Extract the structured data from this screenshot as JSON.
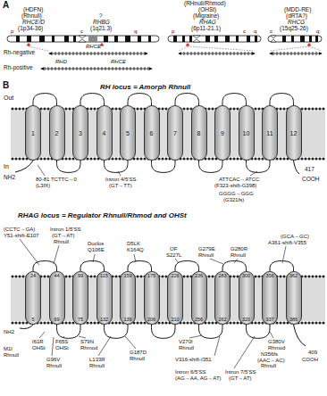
{
  "diagram": {
    "nodes": [
      {
        "text": [
          "1"
        ]
      },
      {
        "text": [
          "2"
        ]
      },
      {
        "text": [
          "3"
        ]
      },
      {
        "text": [
          "4"
        ]
      },
      {
        "text": [
          "5"
        ]
      },
      {
        "text": [
          "6"
        ]
      },
      {
        "text": [
          "7"
        ]
      },
      {
        "text": [
          "8"
        ]
      },
      {
        "text": [
          "9"
        ]
      },
      {
        "text": [
          "10"
        ]
      },
      {
        "text": [
          "11"
        ]
      },
      {
        "text": [
          "12"
        ]
      },
      {
        "text": [
          "24",
          "5"
        ]
      },
      {
        "text": [
          "44",
          "69"
        ]
      },
      {
        "text": [
          "99",
          "75"
        ]
      },
      {
        "text": [
          "115",
          "132"
        ]
      },
      {
        "text": [
          "159",
          "139"
        ]
      },
      {
        "text": [
          "175",
          "206"
        ]
      },
      {
        "text": [
          "226",
          "210"
        ]
      },
      {
        "text": [
          "236",
          "256"
        ]
      },
      {
        "text": [
          "283",
          "262"
        ]
      },
      {
        "text": [
          "300",
          "320"
        ]
      },
      {
        "text": [
          "356",
          "337"
        ]
      },
      {
        "text": [
          "362",
          "386"
        ]
      }
    ],
    "edges": [
      {
        "from": 0,
        "to": 1,
        "arrow": "none"
      },
      {
        "from": 1,
        "to": 2,
        "arrow": "none"
      },
      {
        "from": 2,
        "to": 3,
        "arrow": "none"
      },
      {
        "from": 3,
        "to": 4,
        "arrow": "none"
      },
      {
        "from": 4,
        "to": 5,
        "arrow": "none"
      },
      {
        "from": 5,
        "to": 6,
        "arrow": "none"
      },
      {
        "from": 6,
        "to": 7,
        "arrow": "none"
      },
      {
        "from": 7,
        "to": 8,
        "arrow": "none"
      },
      {
        "from": 8,
        "to": 9,
        "arrow": "none"
      },
      {
        "from": 9,
        "to": 10,
        "arrow": "none"
      },
      {
        "from": 10,
        "to": 11,
        "arrow": "none"
      },
      {
        "from": 12,
        "to": 13,
        "arrow": "none"
      },
      {
        "from": 13,
        "to": 14,
        "arrow": "none"
      },
      {
        "from": 14,
        "to": 15,
        "arrow": "none"
      },
      {
        "from": 15,
        "to": 16,
        "arrow": "none"
      },
      {
        "from": 16,
        "to": 17,
        "arrow": "none"
      },
      {
        "from": 17,
        "to": 18,
        "arrow": "none"
      },
      {
        "from": 18,
        "to": 19,
        "arrow": "none"
      },
      {
        "from": 19,
        "to": 20,
        "arrow": "none"
      },
      {
        "from": 20,
        "to": 21,
        "arrow": "none"
      },
      {
        "from": 21,
        "to": 22,
        "arrow": "none"
      },
      {
        "from": 22,
        "to": 23,
        "arrow": "none"
      }
    ],
    "labels": [
      "A",
      "(HDFN)",
      "(Rhnull)",
      "RHCE/D",
      "(1p34-36)",
      "?",
      "RHBG",
      "(1q21.3)",
      "(RHnull/Rhmod)",
      "(OHSt)",
      "(Migraine)",
      "RHAG",
      "(6p11-21.1)",
      "(MDD-RE)",
      "(dRTA?)",
      "RHCG",
      "(15q25-26)",
      "p",
      "c",
      "q",
      "p",
      "c",
      "q",
      "c",
      "q",
      "RHCE",
      "Rh-negative",
      "RHD",
      "RHCE",
      "Rh-positive",
      "B",
      "RH locus = Amorph Rhnull",
      "Out",
      "In",
      "NH2",
      "COOH",
      "417",
      "80-81 TCTTC→0",
      "(L3fX)",
      "Intron 4/5'SS",
      "(GT→TT)",
      "ATTCAC→ATCC",
      "(F323-shift-G398)",
      "GGGG→GGG",
      "(G321fs)",
      "RHAG locus = Regulator Rhnull/Rhmod and OHSt",
      "(CCTC→GA)",
      "Y51-shift-E107",
      "Intron 1/5'SS",
      "(GT→AT)",
      "Rhnull",
      "Duclos",
      "Q106E",
      "D5LK",
      "K164Q",
      "OF",
      "S227L",
      "G279E",
      "Rhnull",
      "G280R",
      "Rhnull",
      "(GCA→GC)",
      "A361-shift-V355",
      "NH2",
      "M1I",
      "Rhnull",
      "I61R",
      "OHSt",
      "F65S",
      "OHSt",
      "S79N",
      "Rhmod",
      "G96V",
      "Rhnull",
      "L133R",
      "Rhnull",
      "G187D",
      "Rhnull",
      "V270I",
      "Rhnull",
      "V316-shift-I351",
      "Intron 6/5'SS",
      "(AG→AA, AG→AT)",
      "Intron 7/5'SS",
      "(GT→AT)",
      "N356fs",
      "(AAC→AC)",
      "Rhnull",
      "G380V",
      "Rhmod",
      "409",
      "COOH"
    ]
  }
}
